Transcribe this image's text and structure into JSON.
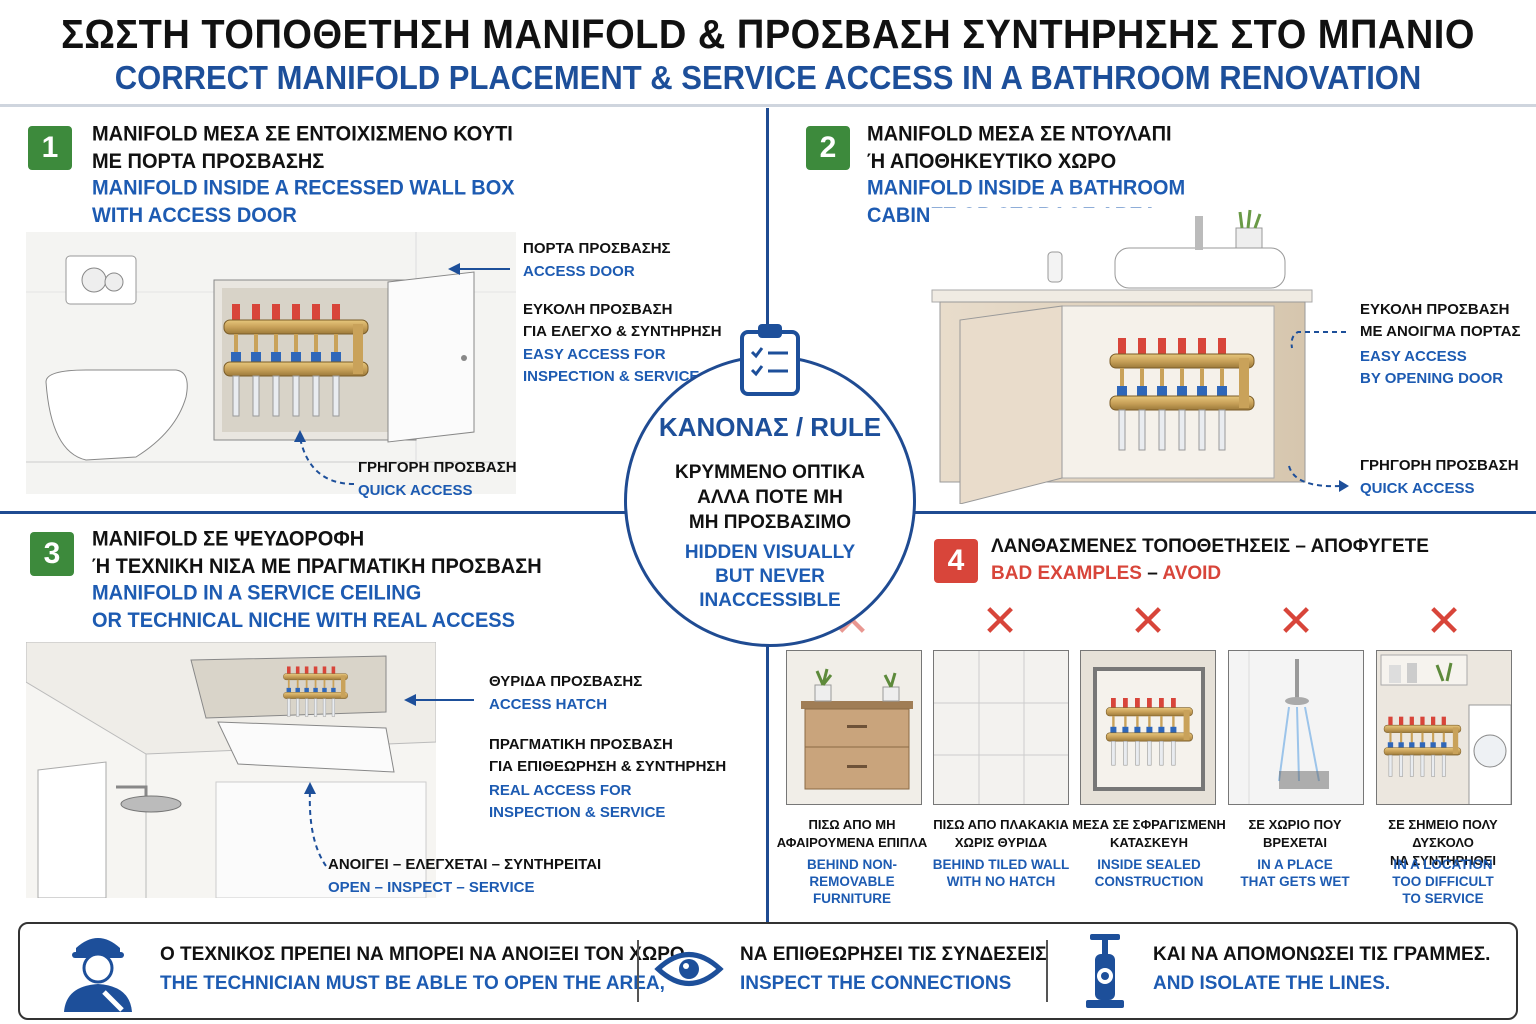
{
  "header": {
    "title_gr": "ΣΩΣΤΗ ΤΟΠΟΘΕΤΗΣΗ MANIFOLD & ΠΡΟΣΒΑΣΗ ΣΥΝΤΗΡΗΣΗΣ ΣΤΟ ΜΠΑΝΙΟ",
    "title_en": "CORRECT MANIFOLD PLACEMENT & SERVICE ACCESS IN A BATHROOM RENOVATION"
  },
  "sections": [
    {
      "number": "1",
      "title_gr": "MANIFOLD ΜΕΣΑ ΣΕ ΕΝΤΟΙΧΙΣΜΕΝΟ ΚΟΥΤΙ\nΜΕ ΠΟΡΤΑ ΠΡΟΣΒΑΣΗΣ",
      "title_en": "MANIFOLD INSIDE A RECESSED WALL BOX\nWITH ACCESS DOOR",
      "labels": [
        {
          "gr": "ΠΟΡΤΑ ΠΡΟΣΒΑΣΗΣ",
          "en": "ACCESS DOOR"
        },
        {
          "gr": "ΕΥΚΟΛΗ ΠΡΟΣΒΑΣΗ\nΓΙΑ ΕΛΕΓΧΟ & ΣΥΝΤΗΡΗΣΗ",
          "en": "EASY ACCESS FOR\nINSPECTION & SERVICE"
        },
        {
          "gr": "ΓΡΗΓΟΡΗ ΠΡΟΣΒΑΣΗ",
          "en": "QUICK ACCESS"
        }
      ]
    },
    {
      "number": "2",
      "title_gr": "MANIFOLD ΜΕΣΑ ΣΕ ΝΤΟΥΛΑΠΙ\nΉ ΑΠΟΘΗΚΕΥΤΙΚΟ ΧΩΡΟ",
      "title_en": "MANIFOLD INSIDE A BATHROOM\nCABINET OR STORAGE AREA",
      "labels": [
        {
          "gr": "ΕΥΚΟΛΗ ΠΡΟΣΒΑΣΗ\nΜΕ ΑΝΟΙΓΜΑ ΠΟΡΤΑΣ",
          "en": "EASY ACCESS\nBY OPENING DOOR"
        },
        {
          "gr": "ΓΡΗΓΟΡΗ ΠΡΟΣΒΑΣΗ",
          "en": "QUICK ACCESS"
        }
      ]
    },
    {
      "number": "3",
      "title_gr": "MANIFOLD ΣΕ ΨΕΥΔΟΡΟΦΗ\nΉ ΤΕΧΝΙΚΗ ΝΙΣΑ ΜΕ ΠΡΑΓΜΑΤΙΚΗ ΠΡΟΣΒΑΣΗ",
      "title_en": "MANIFOLD IN A SERVICE CEILING\nOR TECHNICAL NICHE WITH REAL ACCESS",
      "labels": [
        {
          "gr": "ΘΥΡΙΔΑ ΠΡΟΣΒΑΣΗΣ",
          "en": "ACCESS HATCH"
        },
        {
          "gr": "ΠΡΑΓΜΑΤΙΚΗ ΠΡΟΣΒΑΣΗ\nΓΙΑ ΕΠΙΘΕΩΡΗΣΗ & ΣΥΝΤΗΡΗΣΗ",
          "en": "REAL ACCESS FOR\nINSPECTION & SERVICE"
        },
        {
          "gr": "ΑΝΟΙΓΕΙ – ΕΛΕΓΧΕΤΑΙ – ΣΥΝΤΗΡΕΙΤΑΙ",
          "en": "OPEN – INSPECT – SERVICE"
        }
      ]
    },
    {
      "number": "4",
      "title_gr": "ΛΑΝΘΑΣΜΕΝΕΣ ΤΟΠΟΘΕΤΗΣΕΙΣ – ΑΠΟΦΥΓΕΤΕ",
      "title_en_bad": "BAD EXAMPLES",
      "title_en_sep": " – ",
      "title_en_avoid": "AVOID",
      "bad_examples": [
        {
          "gr": "ΠΙΣΩ ΑΠΟ ΜΗ\nΑΦΑΙΡΟΥΜΕΝΑ ΕΠΙΠΛΑ",
          "en": "BEHIND NON-\nREMOVABLE\nFURNITURE",
          "icon": "cross-icon"
        },
        {
          "gr": "ΠΙΣΩ ΑΠΟ ΠΛΑΚΑΚΙΑ\nΧΩΡΙΣ ΘΥΡΙΔΑ",
          "en": "BEHIND TILED WALL\nWITH NO HATCH",
          "icon": "cross-icon"
        },
        {
          "gr": "ΜΕΣΑ ΣΕ ΣΦΡΑΓΙΣΜΕΝΗ\nΚΑΤΑΣΚΕΥΗ",
          "en": "INSIDE SEALED\nCONSTRUCTION",
          "icon": "cross-icon"
        },
        {
          "gr": "ΣΕ ΧΩΡΙΟ ΠΟΥ\nΒΡΕΧΕΤΑΙ",
          "en": "IN A PLACE\nTHAT GETS WET",
          "icon": "cross-icon"
        },
        {
          "gr": "ΣΕ ΣΗΜΕΙΟ ΠΟΛΥ ΔΥΣΚΟΛΟ\nΝΑ ΣΥΝΤΗΡΗΘΕΙ",
          "en": "IN A LOCATION\nTOO DIFFICULT\nTO SERVICE",
          "icon": "cross-icon"
        }
      ]
    }
  ],
  "rule": {
    "title": "ΚΑΝΟΝΑΣ / RULE",
    "text_gr": "ΚΡΥΜΜΕΝΟ ΟΠΤΙΚΑ\nΑΛΛΑ ΠΟΤΕ ΜΗ\nΜΗ ΠΡΟΣΒΑΣΙΜΟ",
    "text_en": "HIDDEN VISUALLY\nBUT NEVER\nINACCESSIBLE",
    "icon": "clipboard-checklist-icon"
  },
  "footer": {
    "tips": [
      {
        "gr": "Ο ΤΕΧΝΙΚΟΣ ΠΡΕΠΕΙ ΝΑ ΜΠΟΡΕΙ ΝΑ ΑΝΟΙΞΕΙ ΤΟΝ ΧΩΡΟ,",
        "en": "THE TECHNICIAN MUST BE ABLE TO OPEN THE AREA,",
        "icon": "technician-icon"
      },
      {
        "gr": "ΝΑ ΕΠΙΘΕΩΡΗΣΕΙ ΤΙΣ ΣΥΝΔΕΣΕΙΣ",
        "en": "INSPECT THE CONNECTIONS",
        "icon": "eye-icon"
      },
      {
        "gr": "ΚΑΙ ΝΑ ΑΠΟΜΟΝΩΣΕΙ ΤΙΣ ΓΡΑΜΜΕΣ.",
        "en": "AND ISOLATE THE LINES.",
        "icon": "valve-icon"
      }
    ]
  },
  "colors": {
    "brand_blue": "#1d4f9a",
    "accent_blue": "#1d5bb2",
    "green": "#3d8a3c",
    "red": "#d8453a",
    "brass": "#c9a25a"
  }
}
